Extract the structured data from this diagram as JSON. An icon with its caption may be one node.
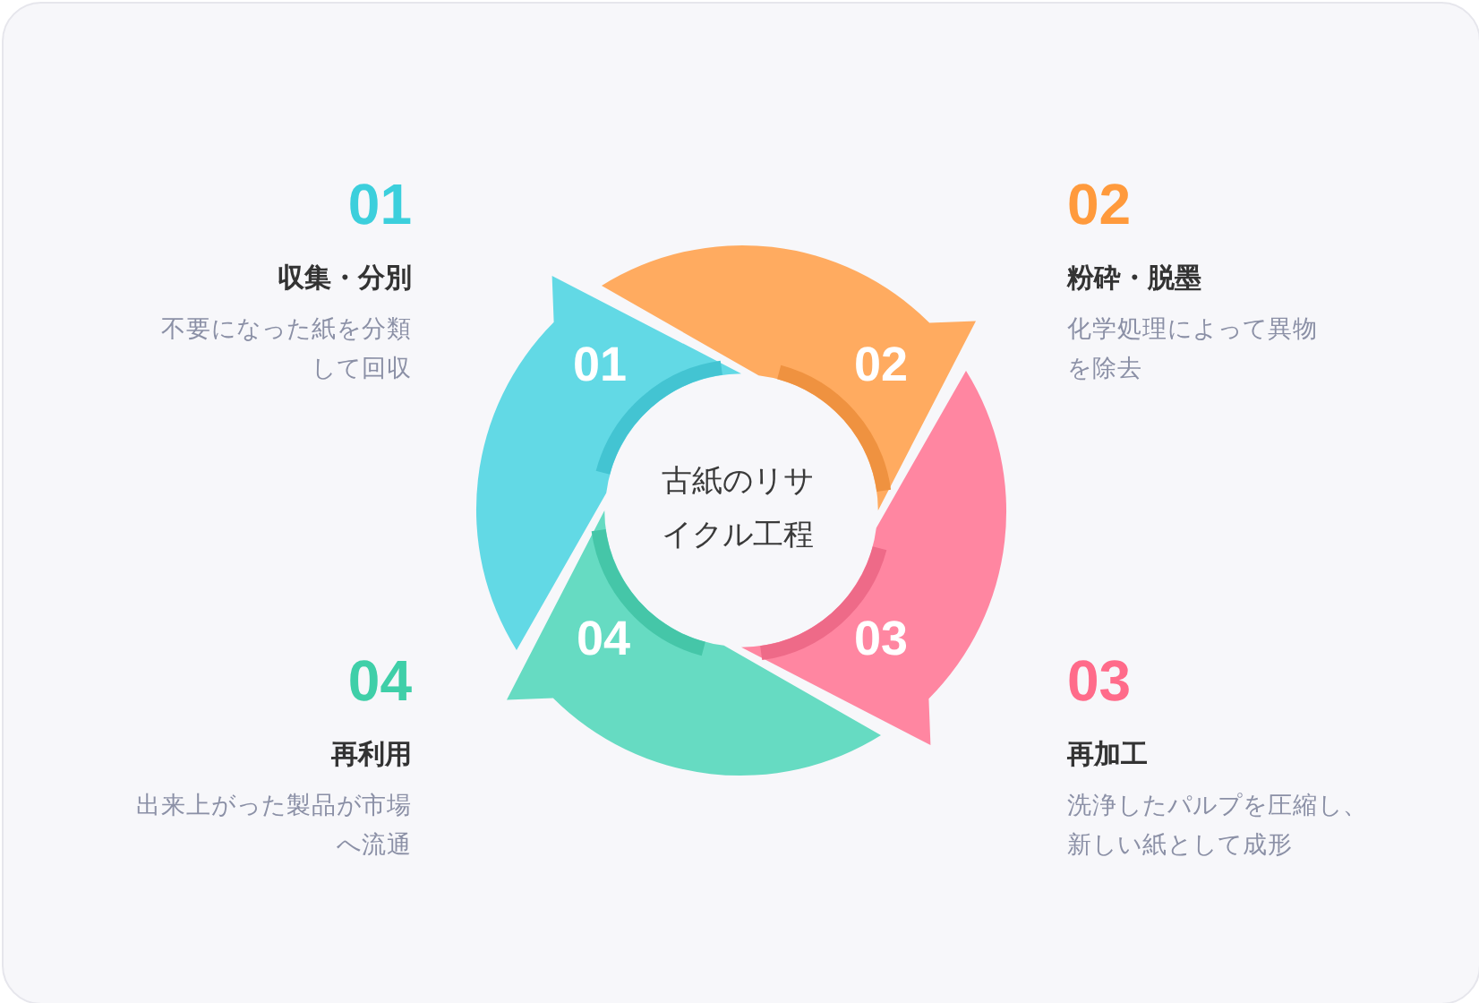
{
  "diagram": {
    "nodes": [
      {
        "text": [
          "01"
        ]
      },
      {
        "text": [
          "02"
        ]
      },
      {
        "text": [
          "03"
        ]
      },
      {
        "text": [
          "04"
        ]
      },
      {
        "text": [
          "古紙のリサイクル工程"
        ]
      }
    ],
    "labels": [
      "01",
      "収集・分別",
      "不要になった紙を分類して回収",
      "02",
      "粉砕・脱墨",
      "化学処理によって異物を除去",
      "04",
      "再利用",
      "出来上がった製品が市場へ流通",
      "03",
      "再加工",
      "洗浄したパルプを圧縮し、新しい紙として成形"
    ]
  }
}
